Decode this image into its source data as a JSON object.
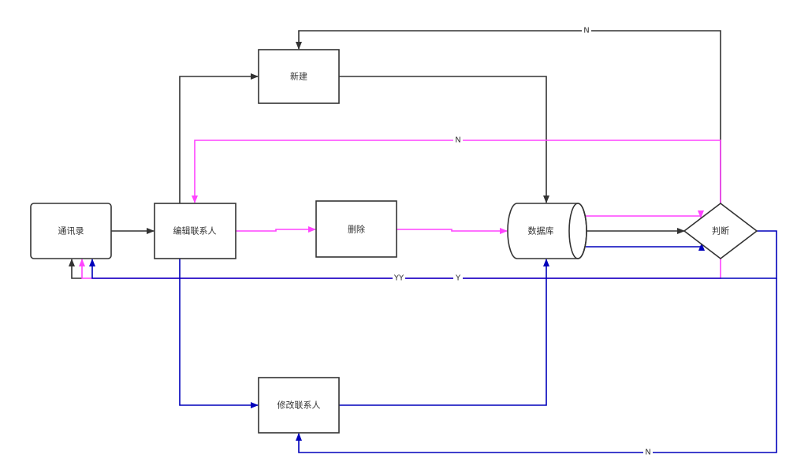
{
  "nodes": {
    "contacts": {
      "label": "通讯录",
      "shape": "rounded-rect"
    },
    "edit": {
      "label": "编辑联系人",
      "shape": "rect"
    },
    "create": {
      "label": "新建",
      "shape": "rect"
    },
    "delete": {
      "label": "删除",
      "shape": "rect"
    },
    "database": {
      "label": "数据库",
      "shape": "cylinder"
    },
    "decide": {
      "label": "判断",
      "shape": "diamond"
    },
    "modify": {
      "label": "修改联系人",
      "shape": "rect"
    }
  },
  "colors": {
    "dark": "#333333",
    "pink": "#ff44ff",
    "blue": "#0000bb"
  },
  "edge_labels": {
    "create_no": "N",
    "delete_no": "N",
    "modify_no": "N",
    "yes_yy": "YY",
    "yes_y": "Y"
  },
  "edges": [
    {
      "from": "通讯录",
      "to": "编辑联系人",
      "color": "dark"
    },
    {
      "from": "编辑联系人",
      "to": "新建",
      "color": "dark"
    },
    {
      "from": "新建",
      "to": "数据库",
      "color": "dark"
    },
    {
      "from": "数据库",
      "to": "判断",
      "color": "dark"
    },
    {
      "from": "判断",
      "to": "新建",
      "color": "dark",
      "label": "N"
    },
    {
      "from": "判断",
      "to": "通讯录",
      "color": "dark",
      "label": "Y"
    },
    {
      "from": "编辑联系人",
      "to": "删除",
      "color": "pink"
    },
    {
      "from": "删除",
      "to": "数据库",
      "color": "pink"
    },
    {
      "from": "数据库",
      "to": "判断",
      "color": "pink"
    },
    {
      "from": "判断",
      "to": "编辑联系人",
      "color": "pink",
      "label": "N"
    },
    {
      "from": "判断",
      "to": "通讯录",
      "color": "pink",
      "label": "Y"
    },
    {
      "from": "编辑联系人",
      "to": "修改联系人",
      "color": "blue"
    },
    {
      "from": "修改联系人",
      "to": "数据库",
      "color": "blue"
    },
    {
      "from": "数据库",
      "to": "判断",
      "color": "blue"
    },
    {
      "from": "判断",
      "to": "修改联系人",
      "color": "blue",
      "label": "N"
    },
    {
      "from": "判断",
      "to": "通讯录",
      "color": "blue",
      "label": "YY"
    }
  ]
}
